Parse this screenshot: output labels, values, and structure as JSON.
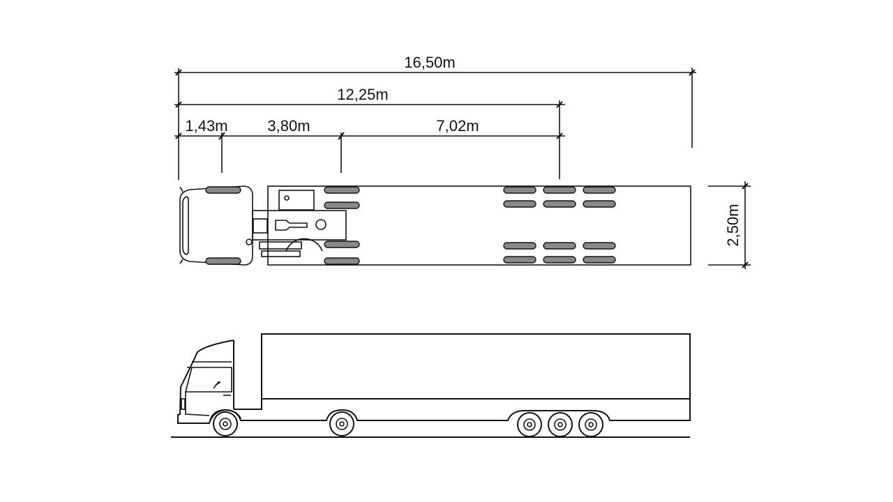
{
  "dimensions": {
    "overall_length": "16,50m",
    "trailer_length": "12,25m",
    "front_overhang": "1,43m",
    "wheelbase_tractor": "3,80m",
    "kingpin_to_axles": "7,02m",
    "width": "2,50m"
  },
  "views": [
    "top-view",
    "side-view"
  ],
  "colors": {
    "line": "#111111",
    "tire_fill": "#888888",
    "background": "#ffffff"
  }
}
